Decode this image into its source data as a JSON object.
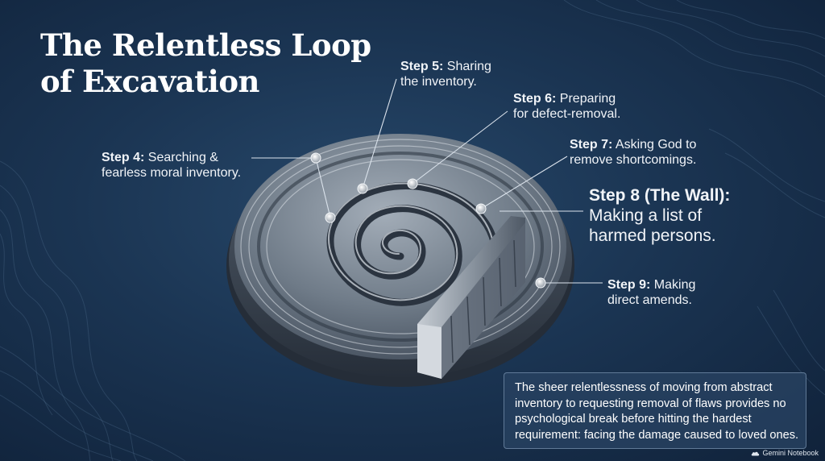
{
  "title": {
    "line1": "The Relentless Loop",
    "line2": "of Excavation"
  },
  "steps": [
    {
      "id": "4",
      "label": "Step 4:",
      "text_line1": "Searching &",
      "text_line2": "fearless moral inventory."
    },
    {
      "id": "5",
      "label": "Step 5:",
      "text_line1": "Sharing",
      "text_line2": "the inventory."
    },
    {
      "id": "6",
      "label": "Step 6:",
      "text_line1": "Preparing",
      "text_line2": "for defect-removal."
    },
    {
      "id": "7",
      "label": "Step 7:",
      "text_line1": "Asking God to",
      "text_line2": "remove shortcomings."
    },
    {
      "id": "8",
      "label": "Step 8 (The Wall):",
      "text_line1": "Making a list of",
      "text_line2": "harmed persons."
    },
    {
      "id": "9",
      "label": "Step 9:",
      "text_line1": "Making",
      "text_line2": "direct amends."
    }
  ],
  "note": "The sheer relentlessness of moving from abstract inventory to requesting removal of flaws provides no psychological break before hitting the hardest requirement: facing the damage caused to loved ones.",
  "footer": {
    "brand": "Gemini Notebook",
    "icon": "cloud-icon"
  },
  "colors": {
    "background": "#1b3553",
    "spiral_metal": "#7f8a96",
    "text": "#ffffff"
  }
}
